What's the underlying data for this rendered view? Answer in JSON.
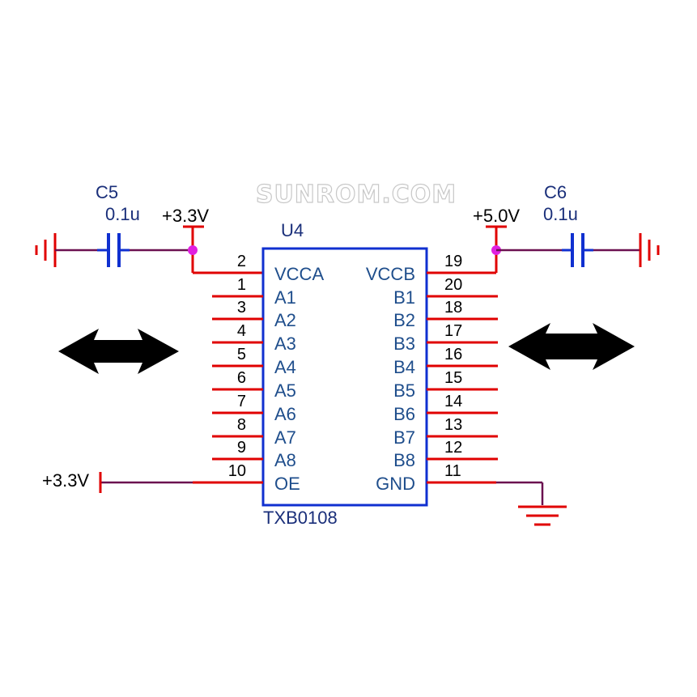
{
  "watermark": "SUNROM.COM",
  "chip": {
    "ref": "U4",
    "part": "TXB0108",
    "left_pins": [
      {
        "num": "2",
        "name": "VCCA"
      },
      {
        "num": "1",
        "name": "A1"
      },
      {
        "num": "3",
        "name": "A2"
      },
      {
        "num": "4",
        "name": "A3"
      },
      {
        "num": "5",
        "name": "A4"
      },
      {
        "num": "6",
        "name": "A5"
      },
      {
        "num": "7",
        "name": "A6"
      },
      {
        "num": "8",
        "name": "A7"
      },
      {
        "num": "9",
        "name": "A8"
      },
      {
        "num": "10",
        "name": "OE"
      }
    ],
    "right_pins": [
      {
        "num": "19",
        "name": "VCCB"
      },
      {
        "num": "20",
        "name": "B1"
      },
      {
        "num": "18",
        "name": "B2"
      },
      {
        "num": "17",
        "name": "B3"
      },
      {
        "num": "16",
        "name": "B4"
      },
      {
        "num": "15",
        "name": "B5"
      },
      {
        "num": "14",
        "name": "B6"
      },
      {
        "num": "13",
        "name": "B7"
      },
      {
        "num": "12",
        "name": "B8"
      },
      {
        "num": "11",
        "name": "GND"
      }
    ]
  },
  "capacitors": {
    "c5": {
      "ref": "C5",
      "value": "0.1u"
    },
    "c6": {
      "ref": "C6",
      "value": "0.1u"
    }
  },
  "power": {
    "vcca_label": "+3.3V",
    "vccb_label": "+5.0V",
    "oe_label": "+3.3V"
  },
  "colors": {
    "wire": "#e00000",
    "net": "#6b1050",
    "chip_outline": "#1030d0",
    "capacitor": "#1030d0",
    "junction": "#e020e0"
  }
}
